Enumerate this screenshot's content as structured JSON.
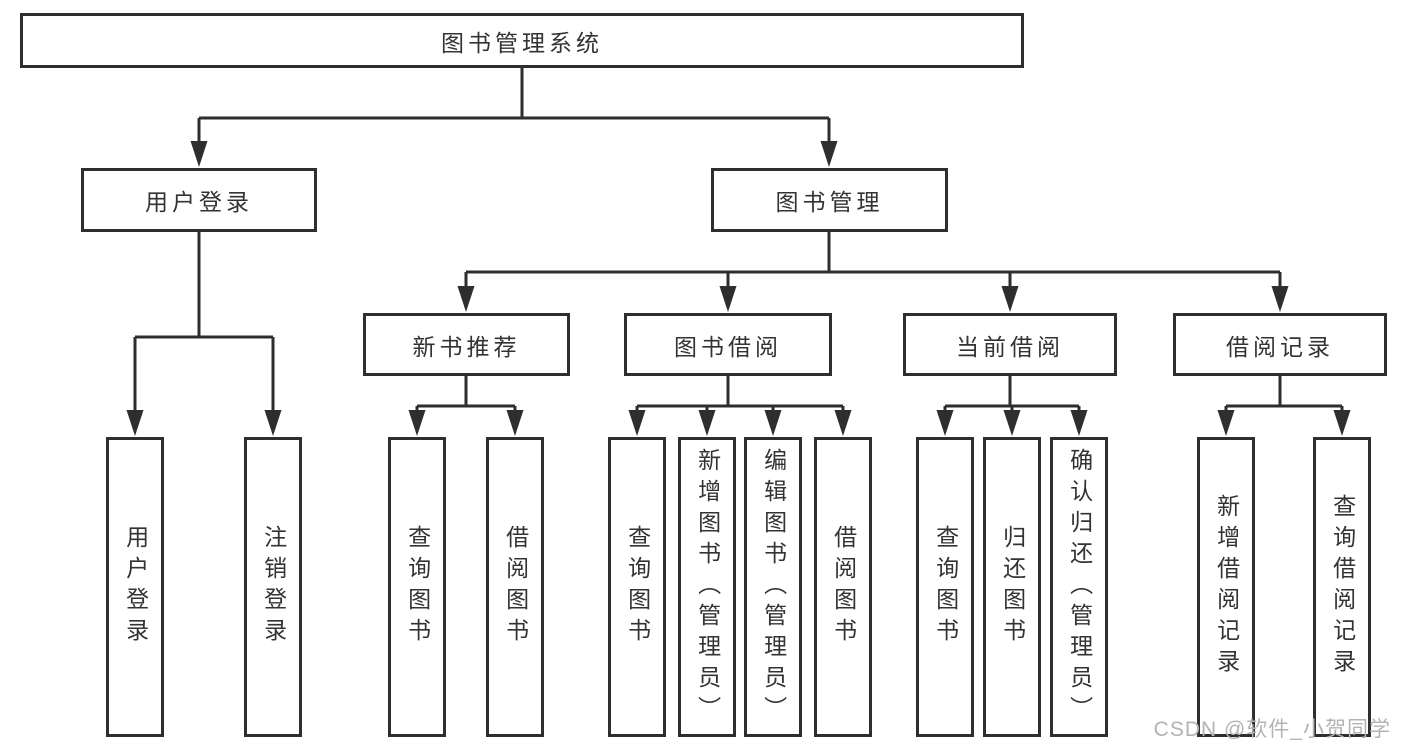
{
  "diagram": {
    "title": "图书管理系统",
    "root": {
      "label": "图书管理系统"
    },
    "level2": {
      "user_login": {
        "label": "用户登录"
      },
      "book_manage": {
        "label": "图书管理"
      }
    },
    "level3": {
      "new_book_recommend": {
        "label": "新书推荐"
      },
      "book_borrow": {
        "label": "图书借阅"
      },
      "current_borrow": {
        "label": "当前借阅"
      },
      "borrow_records": {
        "label": "借阅记录"
      }
    },
    "leaves": {
      "login_children": [
        "用户登录",
        "注销登录"
      ],
      "recommend_children": [
        "查询图书",
        "借阅图书"
      ],
      "borrow_children": [
        "查询图书",
        "新增图书（管理员）",
        "编辑图书（管理员）",
        "借阅图书"
      ],
      "current_children": [
        "查询图书",
        "归还图书",
        "确认归还（管理员）"
      ],
      "records_children": [
        "新增借阅记录",
        "查询借阅记录"
      ]
    }
  },
  "watermark": "CSDN @软件_小贺同学",
  "colors": {
    "line": "#2e2e2e",
    "text": "#333333",
    "watermark_gray": "#b3b3b3",
    "background": "#ffffff"
  }
}
